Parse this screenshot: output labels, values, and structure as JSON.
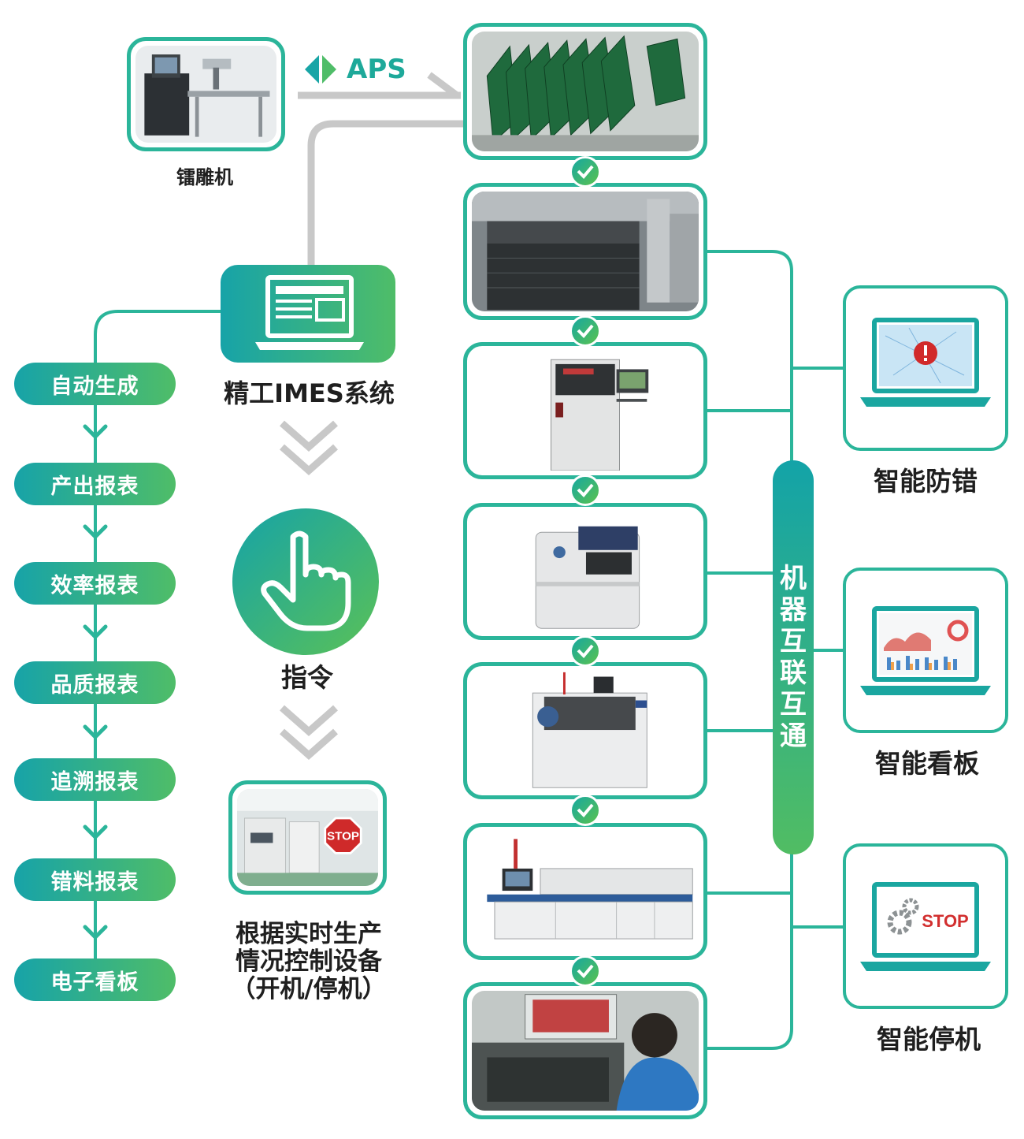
{
  "engraver": {
    "label": "镭雕机"
  },
  "aps": {
    "label": "APS"
  },
  "mes": {
    "label": "精工IMES系统"
  },
  "command": {
    "label": "指令"
  },
  "control": {
    "lines": [
      "根据实时生产",
      "情况控制设备",
      "（开机/停机）"
    ],
    "stop_sign_text": "STOP"
  },
  "reports": [
    "自动生成",
    "产出报表",
    "效率报表",
    "品质报表",
    "追溯报表",
    "错料报表",
    "电子看板"
  ],
  "interconnect": {
    "chars": [
      "机",
      "器",
      "互",
      "联",
      "互",
      "通"
    ]
  },
  "features": [
    {
      "label": "智能防错",
      "icon": "error-alert-icon"
    },
    {
      "label": "智能看板",
      "icon": "dashboard-chart-icon"
    },
    {
      "label": "智能停机",
      "icon": "gear-stop-icon",
      "stop_text": "STOP"
    }
  ],
  "production_line": [
    "pcb-boards-photo",
    "solder-printer-photo",
    "spi-inspection-photo",
    "pick-and-place-photo",
    "mounter-photo",
    "reflow-oven-photo",
    "aoi-operator-photo"
  ],
  "colors": {
    "accent": "#2bb59a",
    "gradient_start": "#17a3a8",
    "gradient_end": "#4fbd68",
    "line_gray": "#c8c8c8"
  }
}
